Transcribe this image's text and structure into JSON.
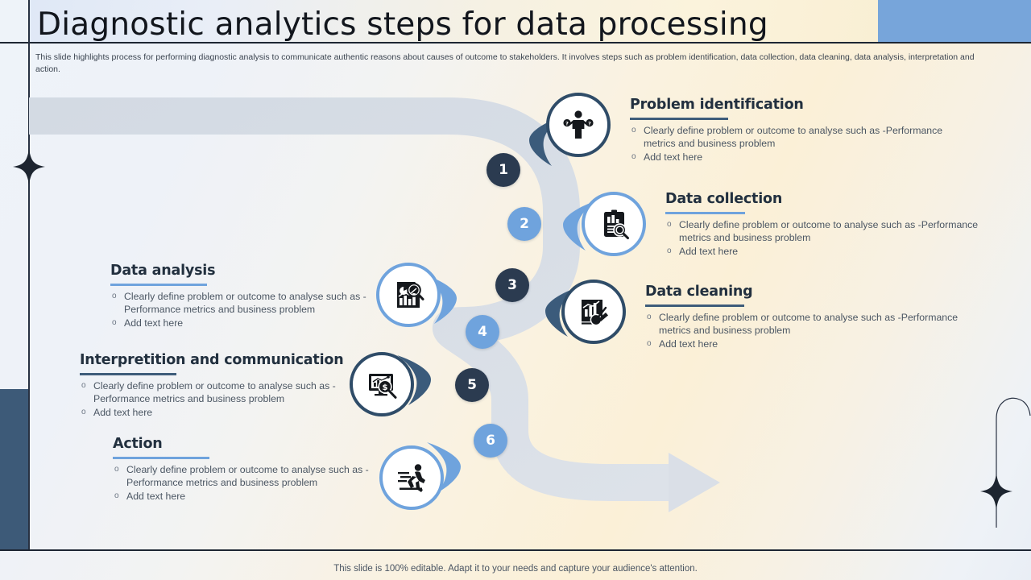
{
  "header": {
    "title": "Diagnostic analytics steps for data processing",
    "subtitle": "This slide highlights process for performing diagnostic analysis to communicate authentic reasons about causes of outcome to stakeholders. It involves steps such as problem identification, data collection, data cleaning, data analysis, interpretation and action."
  },
  "footer": {
    "note": "This slide is 100% editable. Adapt it to your needs and capture your audience's attention."
  },
  "colors": {
    "navy": "#2b3b50",
    "steel": "#3d5a78",
    "blue": "#6fa3dd",
    "header_blue_block": "#77a5da",
    "arrow_band": "#d7dde5",
    "body_text": "#4b5663"
  },
  "steps": [
    {
      "number": "1",
      "tone": "dark",
      "icon": "people-question-icon",
      "title": "Problem identification",
      "bullets": [
        "Clearly define  problem  or  outcome  to analyse  such  as -Performance  metrics and business problem",
        "Add text here"
      ]
    },
    {
      "number": "2",
      "tone": "light",
      "icon": "clipboard-search-icon",
      "title": "Data collection",
      "bullets": [
        "Clearly define  problem  or  outcome to  analyse  such as -Performance  metrics and business problem",
        "Add text here"
      ]
    },
    {
      "number": "3",
      "tone": "dark",
      "icon": "chart-broom-icon",
      "title": "Data cleaning",
      "bullets": [
        "Clearly  define  problem  or  outcome  to analyse  such as -Performance  metrics and business problem",
        "Add text here"
      ]
    },
    {
      "number": "4",
      "tone": "light",
      "icon": "document-chart-search-icon",
      "title": "Data analysis",
      "bullets": [
        "Clearly  define  problem  or  outcome to  analyse such as -Performance  metrics and business problem",
        "Add text here"
      ]
    },
    {
      "number": "5",
      "tone": "dark",
      "icon": "monitor-chart-dollar-icon",
      "title": "Interpretition and communication",
      "bullets": [
        "Clearly  define  problem  or  outcome to  analyse such as -Performance  metrics and business problem",
        "Add text here"
      ]
    },
    {
      "number": "6",
      "tone": "light",
      "icon": "runner-icon",
      "title": "Action",
      "bullets": [
        "Clearly  define  problem  or  outcome to  analyse such as -Performance  metrics and business problem",
        "Add text here"
      ]
    }
  ]
}
